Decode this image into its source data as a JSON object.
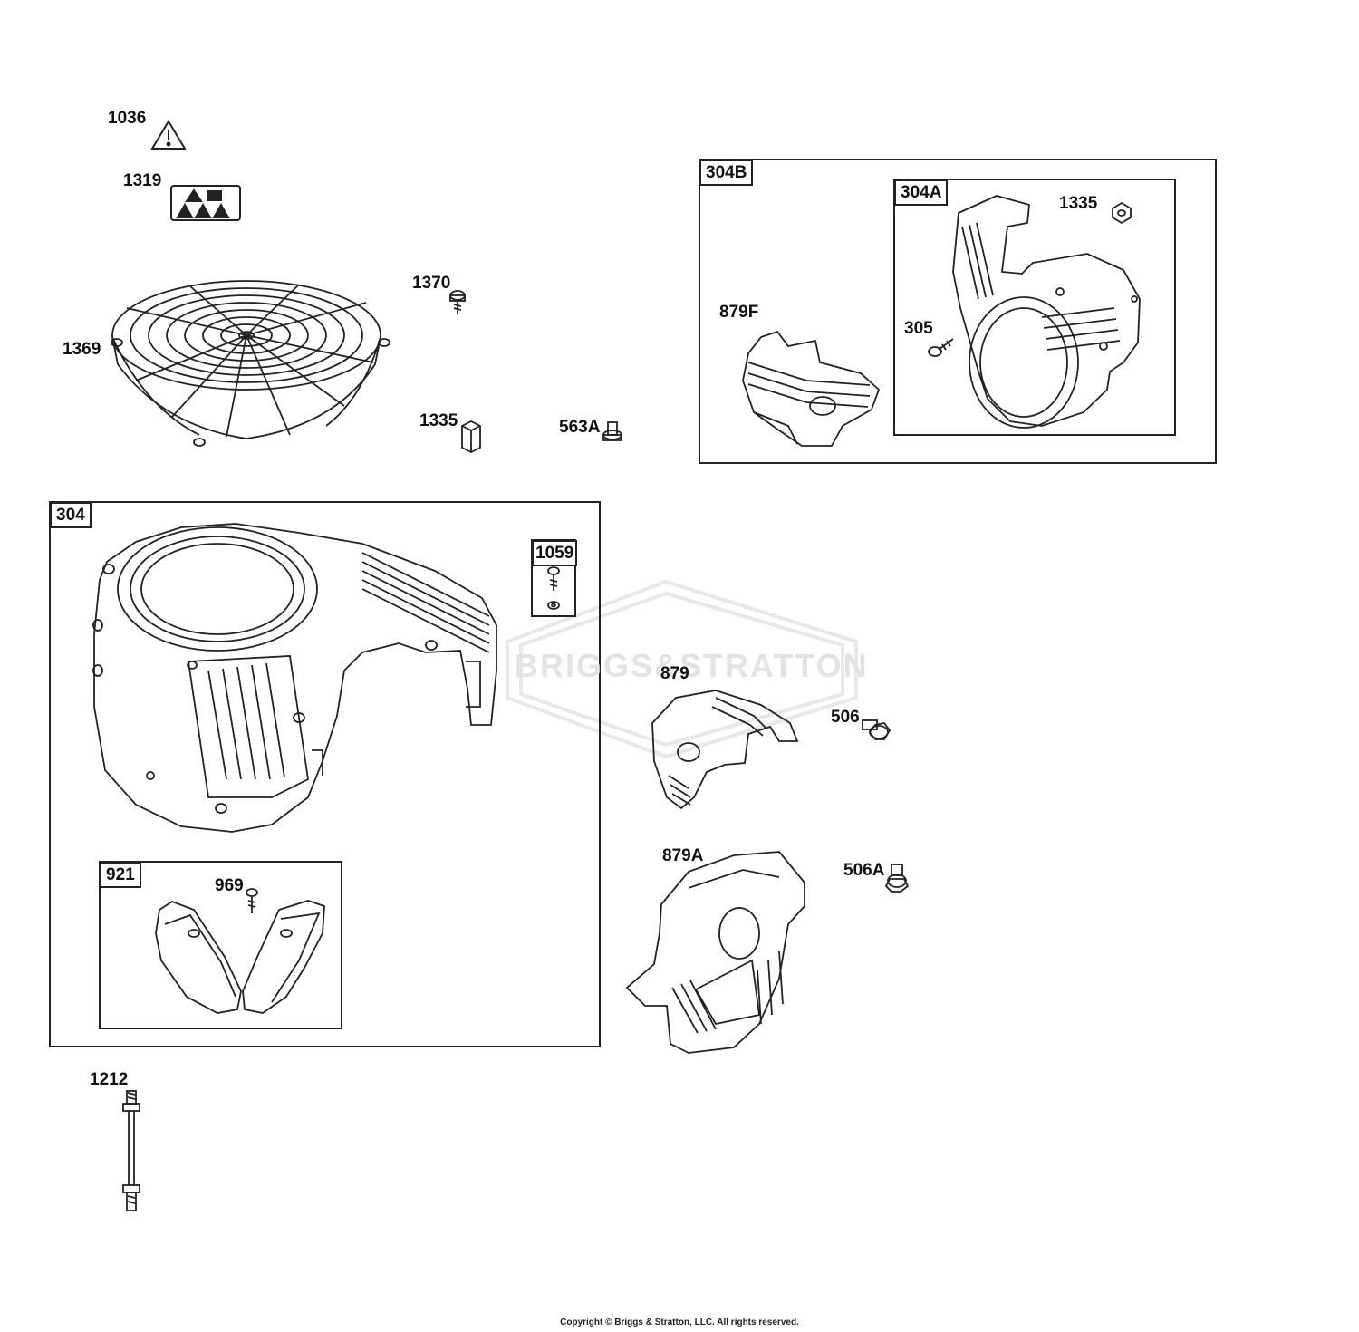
{
  "watermark": "BRIGGS&STRATTON",
  "copyright": "Copyright © Briggs & Stratton, LLC. All rights reserved.",
  "parts": {
    "p1036": "1036",
    "p1319": "1319",
    "p1370": "1370",
    "p1369": "1369",
    "p1335a": "1335",
    "p563A": "563A",
    "p879F": "879F",
    "p1335b": "1335",
    "p305": "305",
    "p969": "969",
    "p879": "879",
    "p506": "506",
    "p879A": "879A",
    "p506A": "506A",
    "p1212": "1212"
  },
  "boxes": {
    "b304B": "304B",
    "b304A": "304A",
    "b304": "304",
    "b1059": "1059",
    "b921": "921"
  },
  "colors": {
    "line": "#222222",
    "watermark": "#e3e3e3"
  }
}
